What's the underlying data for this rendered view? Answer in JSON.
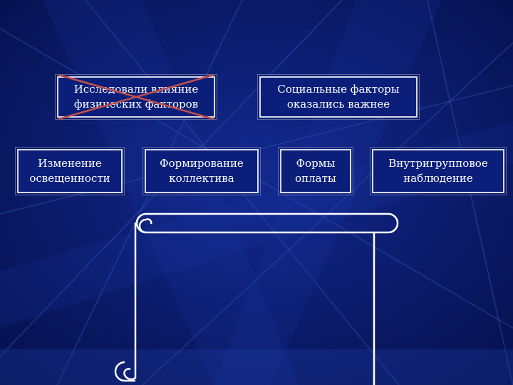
{
  "top_boxes": {
    "physical": {
      "line1": "Исследовали влияние",
      "line2": "физических факторов"
    },
    "social": {
      "line1": "Социальные факторы",
      "line2": "оказались важнее"
    }
  },
  "bottom_boxes": {
    "light": {
      "line1": "Изменение",
      "line2": "освещенности"
    },
    "team": {
      "line1": "Формирование",
      "line2": "коллектива"
    },
    "pay": {
      "line1": "Формы",
      "line2": "оплаты"
    },
    "observe": {
      "line1": "Внутригрупповое",
      "line2": "наблюдение"
    }
  },
  "colors": {
    "background": "#0a1a6a",
    "box_border": "#d8d8e8",
    "cross_out": "#c0504d",
    "text": "#ffffff"
  },
  "icons": {
    "cross_out": "red-x-cross-icon",
    "scroll": "scroll-banner-icon"
  }
}
